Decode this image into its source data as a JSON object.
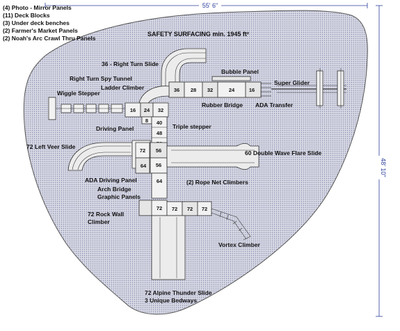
{
  "legend": [
    "(4) Photo - Mirror Panels",
    "(11) Deck Blocks",
    "(3) Under deck benches",
    "(2) Farmer's Market Panels",
    "(2) Noah's Arc Crawl Thru Panels"
  ],
  "dimensions": {
    "width": "55' 6\"",
    "height": "48' 10\""
  },
  "surfacing": "SAFETY SURFACING min. 1945 ft²",
  "labels": {
    "right_turn_slide": "36 - Right Turn Slide",
    "bubble_panel": "Bubble Panel",
    "spy_tunnel": "Right Turn Spy Tunnel",
    "super_glider": "Super Glider",
    "ladder_climber": "Ladder Climber",
    "wiggle_stepper": "Wiggle Stepper",
    "rubber_bridge": "Rubber Bridge",
    "ada_transfer": "ADA Transfer",
    "driving_panel": "Driving Panel",
    "triple_stepper": "Triple stepper",
    "left_veer_slide": "72 Left Veer Slide",
    "double_wave_slide": "60 Double Wave Flare Slide",
    "ada_driving_panel": "ADA Driving Panel",
    "rope_net": "(2) Rope Net Climbers",
    "arch_bridge": "Arch Bridge",
    "graphic_panels": "Graphic Panels",
    "rock_wall_1": "72 Rock Wall",
    "rock_wall_2": "Climber",
    "vortex": "Vortex Climber",
    "alpine_1": "72 Alpine Thunder Slide",
    "alpine_2": "3 Unique Bedways"
  },
  "deck_numbers": {
    "top_deck": [
      "36",
      "28",
      "32",
      "24",
      "16"
    ],
    "left_deck": [
      "16",
      "24",
      "32"
    ],
    "small_left": "8",
    "stack": [
      "40",
      "48",
      "56"
    ],
    "mid_block": [
      "72",
      "56",
      "56",
      "64"
    ],
    "lower": [
      "64",
      "72",
      "72",
      "72",
      "72"
    ]
  },
  "colors": {
    "surface_fill": "#cfd1e0",
    "dimension_line": "#2b3e9b"
  }
}
